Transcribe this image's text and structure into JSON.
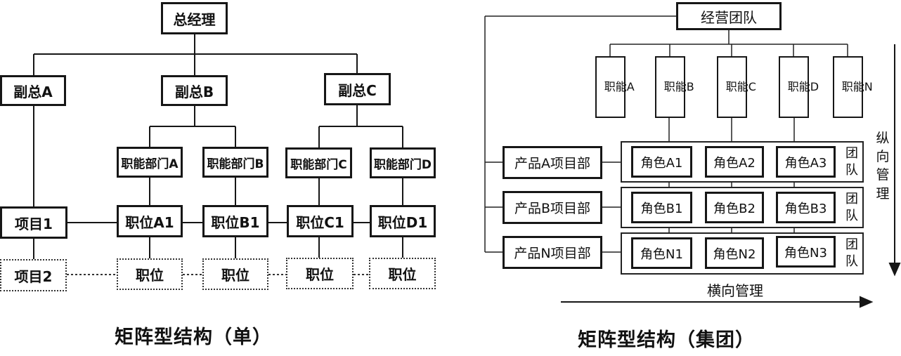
{
  "left_chart": {
    "caption": "矩阵型结构（单）",
    "nodes": {
      "gm": "总经理",
      "vp_a": "副总A",
      "vp_b": "副总B",
      "vp_c": "副总C",
      "dept_a": "职能部门A",
      "dept_b": "职能部门B",
      "dept_c": "职能部门C",
      "dept_d": "职能部门D",
      "pos_a1": "职位A1",
      "pos_b1": "职位B1",
      "pos_c1": "职位C1",
      "pos_d1": "职位D1",
      "proj1": "项目1",
      "proj2": "项目2",
      "pos_dotted": "职位"
    }
  },
  "right_chart": {
    "caption": "矩阵型结构（集团）",
    "top_node": "经营团队",
    "functions": [
      "职能A",
      "职能B",
      "职能C",
      "职能D",
      "职能N"
    ],
    "products": [
      "产品A项目部",
      "产品B项目部",
      "产品N项目部"
    ],
    "roles": [
      [
        "角色A1",
        "角色A2",
        "角色A3"
      ],
      [
        "角色B1",
        "角色B2",
        "角色B3"
      ],
      [
        "角色N1",
        "角色N2",
        "角色N3"
      ]
    ],
    "team_label": "团队",
    "vertical_axis_label": "纵向管理",
    "horizontal_axis_label": "横向管理"
  },
  "colors": {
    "line": "#161616",
    "background": "#ffffff"
  }
}
